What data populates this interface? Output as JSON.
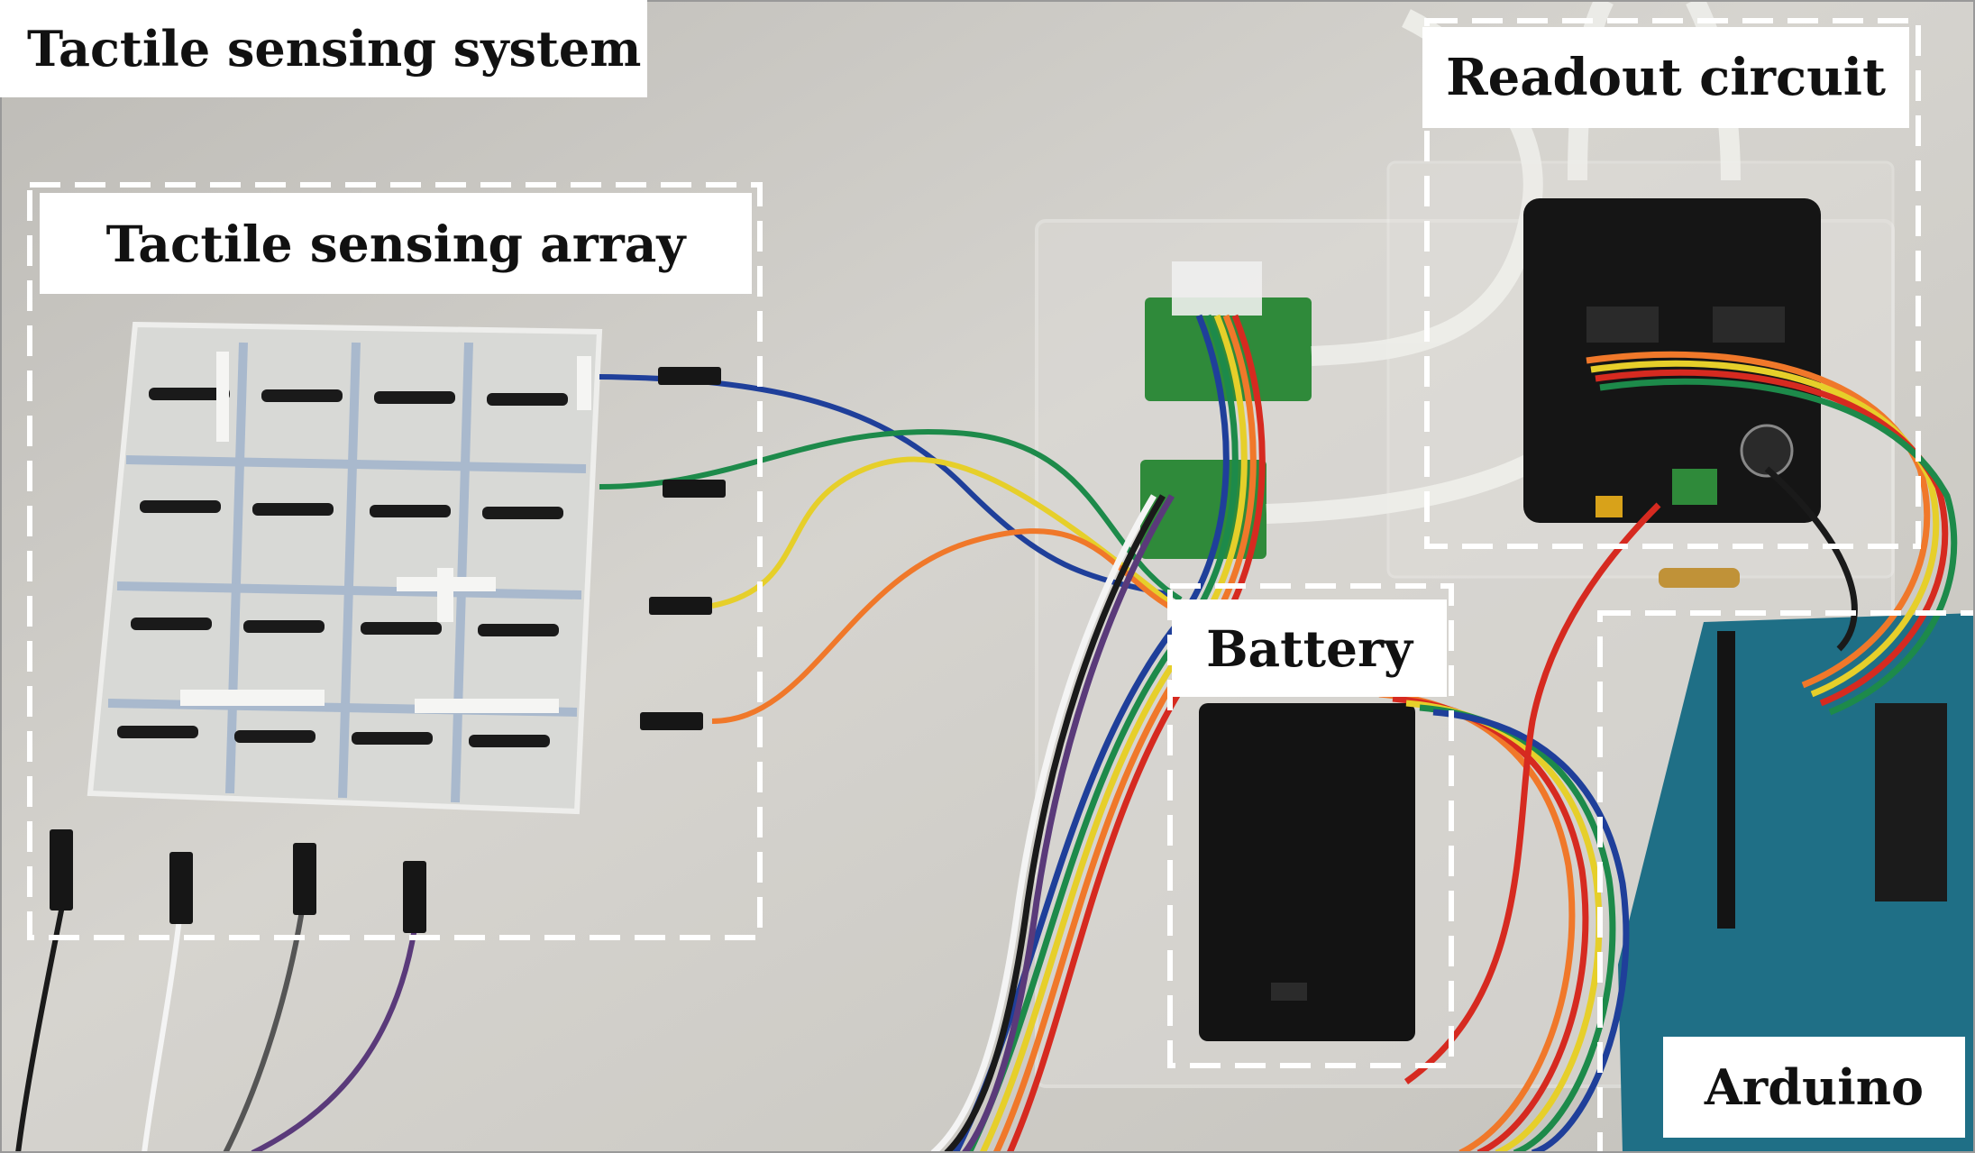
{
  "figure": {
    "labels": {
      "system": "Tactile sensing system",
      "array": "Tactile sensing array",
      "readout": "Readout circuit",
      "battery": "Battery",
      "arduino": "Arduino"
    },
    "colors": {
      "background": "#cfcdc8",
      "dashed_outline": "#ffffff",
      "label_background": "#ffffff",
      "wire_blue": "#1f3f9a",
      "wire_green": "#1d8a4a",
      "wire_yellow": "#e6cf2a",
      "wire_orange": "#f0782a",
      "wire_red": "#d62a20",
      "wire_purple": "#5a3a7a",
      "wire_black": "#1a1a1a",
      "wire_white": "#f4f4f4",
      "pcb_black": "#151515",
      "pcb_green": "#2f8a3a",
      "arduino_teal": "#1f6f86"
    }
  }
}
